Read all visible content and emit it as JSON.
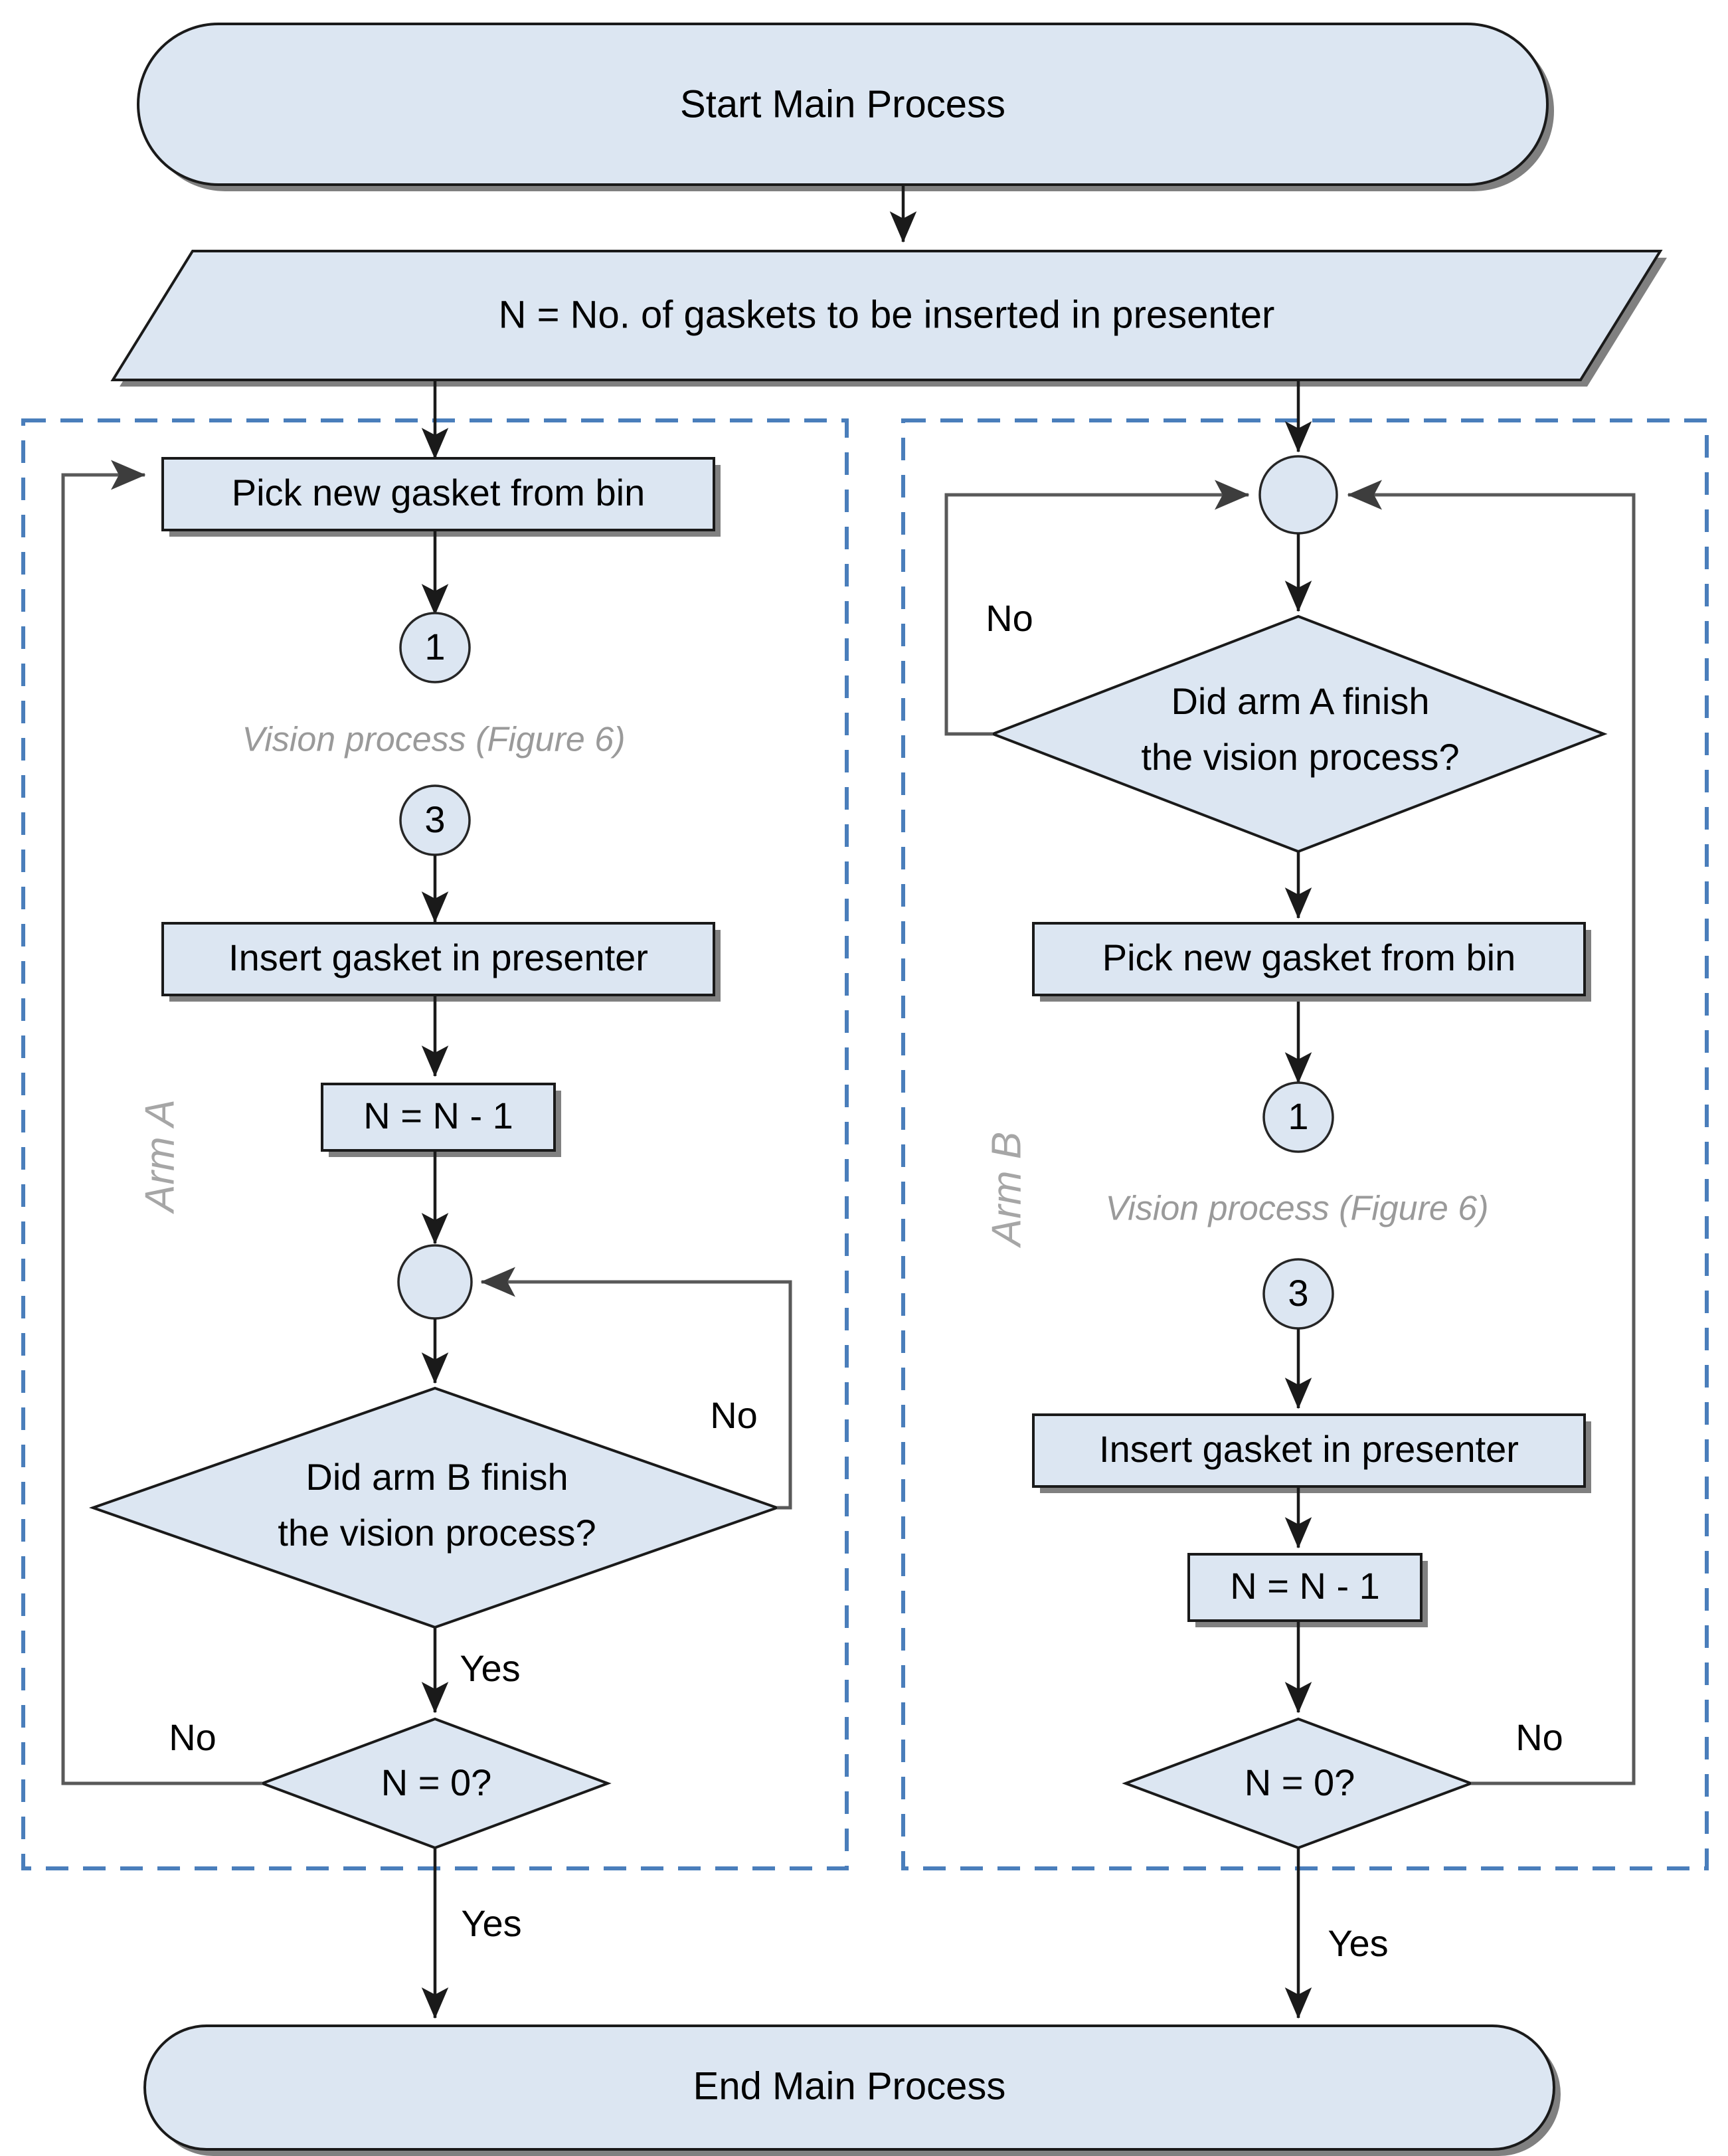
{
  "diagram": {
    "type": "flowchart",
    "title_shape": "Start Main Process",
    "end_shape": "End Main Process",
    "init_shape": "N = No. of gaskets to be inserted in presenter",
    "lanes": [
      {
        "id": "arm-a",
        "label": "Arm A"
      },
      {
        "id": "arm-b",
        "label": "Arm B"
      }
    ],
    "arm_a": {
      "pick": "Pick new gasket from bin",
      "connector_in": "1",
      "vision_note": "Vision process (Figure 6)",
      "connector_out": "3",
      "insert": "Insert gasket in presenter",
      "decrement": "N = N - 1",
      "merge": "",
      "decision_sync": "Did arm B finish\nthe vision process?",
      "decision_sync_line1": "Did arm B finish",
      "decision_sync_line2": "the vision process?",
      "decision_sync_no": "No",
      "decision_sync_yes": "Yes",
      "decision_count": "N = 0?",
      "decision_count_no": "No",
      "decision_count_yes": "Yes"
    },
    "arm_b": {
      "merge": "",
      "decision_sync_line1": "Did arm A finish",
      "decision_sync_line2": "the vision process?",
      "decision_sync_no": "No",
      "pick": "Pick new gasket from bin",
      "connector_in": "1",
      "vision_note": "Vision process (Figure 6)",
      "connector_out": "3",
      "insert": "Insert gasket in presenter",
      "decrement": "N = N - 1",
      "decision_count": "N = 0?",
      "decision_count_no": "No",
      "decision_count_yes": "Yes"
    },
    "colors": {
      "shape_fill": "#dce6f2",
      "shape_border": "#1a1a1a",
      "shape_shadow": "#808080",
      "swimlane_border": "#4a7ebb",
      "connector_line": "#1a1a1a",
      "note_text": "#9a9a9a",
      "lane_label_text": "#a6a6a6",
      "background": "#ffffff"
    }
  }
}
